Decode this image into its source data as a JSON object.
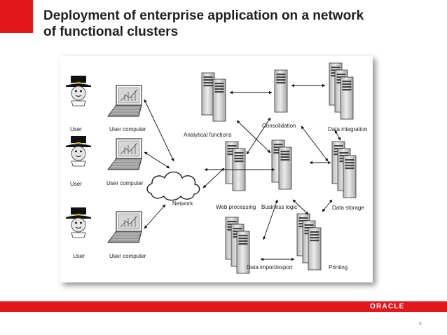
{
  "slide": {
    "title_line1": "Deployment of enterprise application on a network",
    "title_line2": "of functional clusters",
    "page_number": "6",
    "logo_text": "ORACLE",
    "colors": {
      "accent": "#e3171d",
      "title": "#1f1f1f"
    }
  },
  "diagram": {
    "users": [
      {
        "user_label": "User",
        "computer_label": "User computer"
      },
      {
        "user_label": "User",
        "computer_label": "User computer"
      },
      {
        "user_label": "User",
        "computer_label": "User computer"
      }
    ],
    "network_label": "Network",
    "clusters": {
      "analytical": "Analytical functions",
      "consolidation": "Consolidation",
      "data_integration": "Data integration",
      "web_processing": "Web processing",
      "business_logic": "Business logic",
      "data_storage": "Data storage",
      "data_import_export": "Data import/export",
      "printing": "Printing"
    }
  }
}
